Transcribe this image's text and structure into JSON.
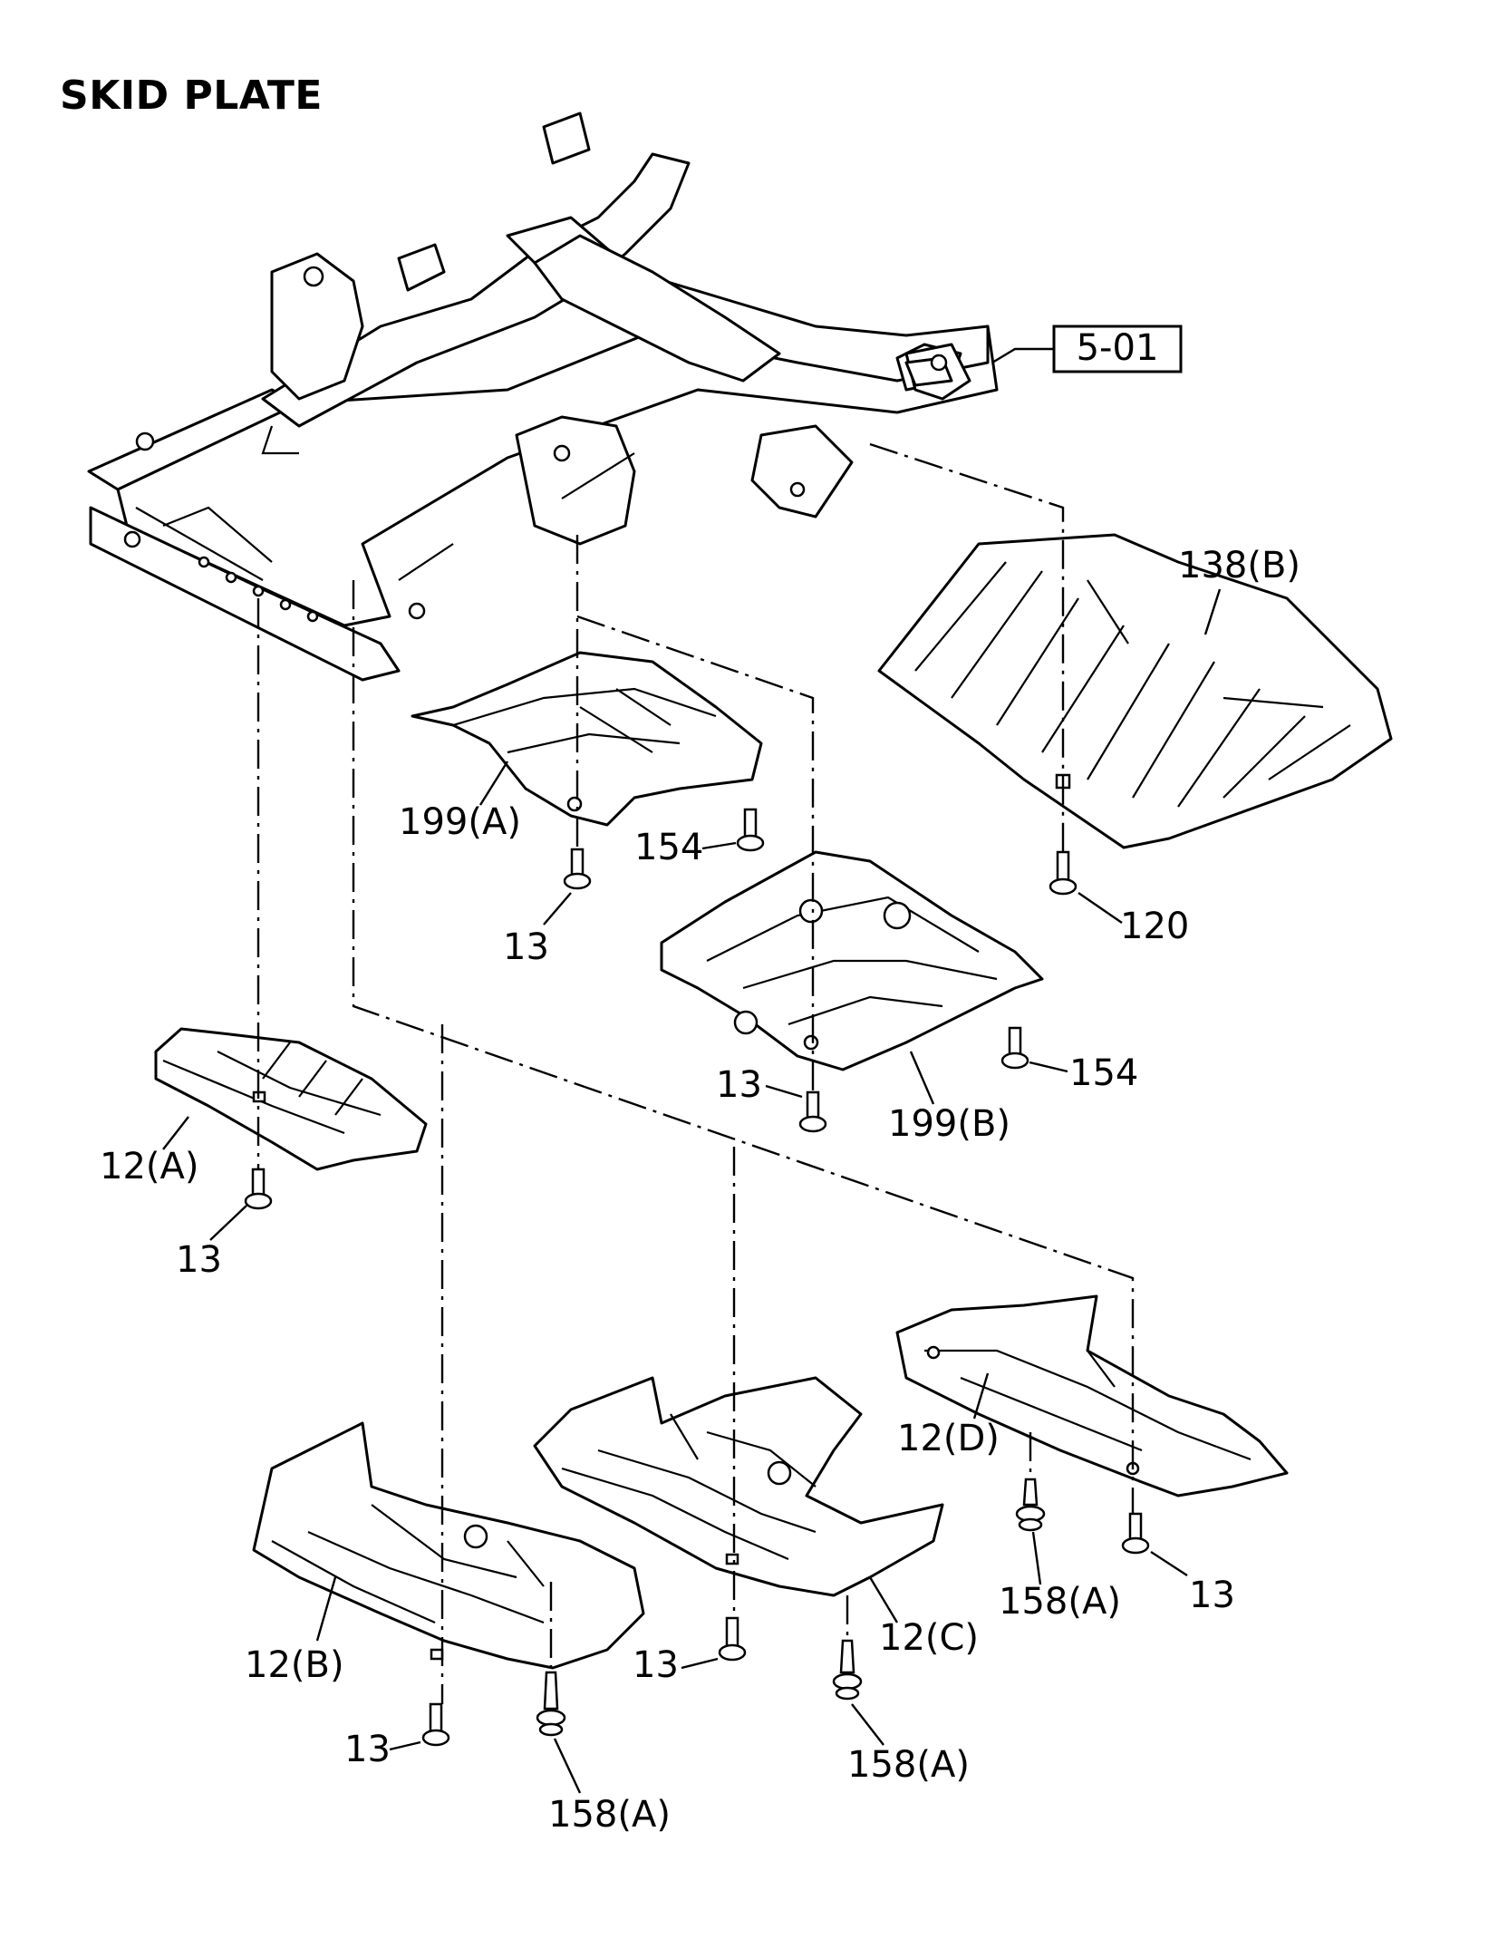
{
  "title": "SKID PLATE",
  "ref_box": "5-01",
  "callouts": {
    "c138B": "138(B)",
    "c199A": "199(A)",
    "c154a": "154",
    "c13a": "13",
    "c120": "120",
    "c13b": "13",
    "c199B": "199(B)",
    "c154b": "154",
    "c12A": "12(A)",
    "c13c": "13",
    "c12D": "12(D)",
    "c158Aa": "158(A)",
    "c13d": "13",
    "c12B": "12(B)",
    "c13e": "13",
    "c12C": "12(C)",
    "c158Ab": "158(A)",
    "c13f": "13",
    "c158Ac": "158(A)"
  }
}
